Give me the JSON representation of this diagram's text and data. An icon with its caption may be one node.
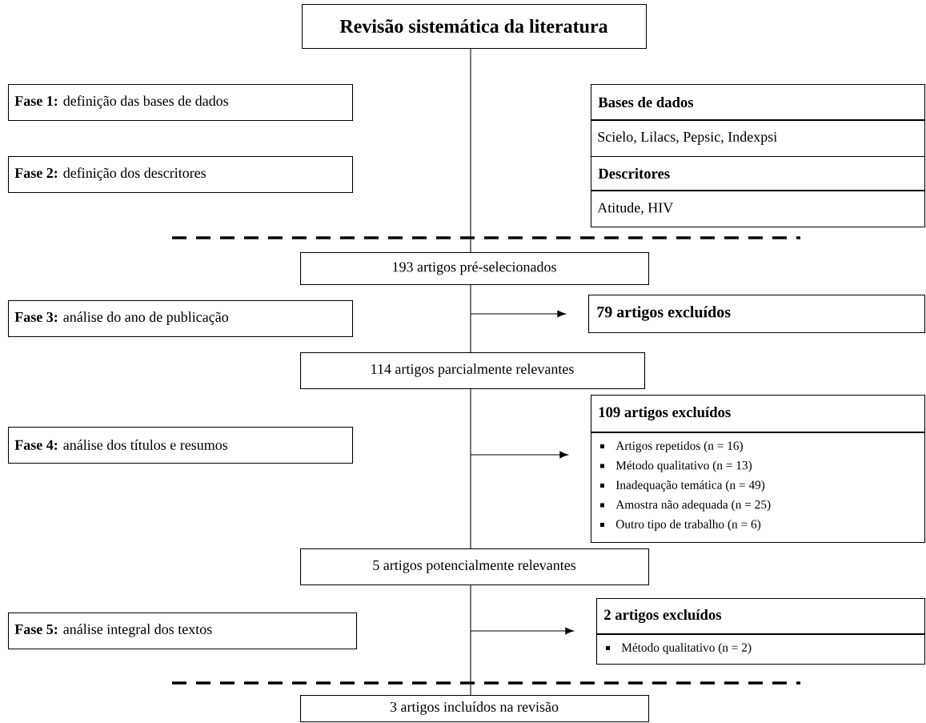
{
  "diagram": {
    "nodes": [
      {
        "text": [
          "Revisão sistemática da literatura"
        ]
      },
      {
        "text": [
          "**Fase 1:** definição das bases de dados"
        ]
      },
      {
        "text": [
          "Bases de dados",
          "Scielo, Lilacs, Pepsic, Indexpsi"
        ]
      },
      {
        "text": [
          "**Fase 2:** definição dos descritores"
        ]
      },
      {
        "text": [
          "Descritores",
          "Atitude, HIV"
        ]
      },
      {
        "text": [
          "193 artigos pré-selecionados"
        ]
      },
      {
        "text": [
          "**Fase 3:** análise do ano de publicação"
        ]
      },
      {
        "text": [
          "79 artigos excluídos"
        ]
      },
      {
        "text": [
          "114 artigos parcialmente relevantes"
        ]
      },
      {
        "text": [
          "**Fase 4:** análise dos títulos e resumos"
        ]
      },
      {
        "text": [
          "109 artigos excluídos",
          "Artigos repetidos (n = 16)",
          "Método qualitativo (n = 13)",
          "Inadequação temática (n = 49)",
          "Amostra não adequada (n = 25)",
          "Outro tipo de trabalho (n = 6)"
        ]
      },
      {
        "text": [
          "5 artigos potencialmente relevantes"
        ]
      },
      {
        "text": [
          "**Fase 5:** análise integral dos textos"
        ]
      },
      {
        "text": [
          "2 artigos excluídos",
          "Método qualitativo (n = 2)"
        ]
      },
      {
        "text": [
          "3 artigos incluídos na revisão"
        ]
      }
    ],
    "edges": [
      {
        "from": 0,
        "to": 5,
        "arrow": "none"
      },
      {
        "from": 5,
        "to": 8,
        "arrow": "none"
      },
      {
        "from": 8,
        "to": 11,
        "arrow": "none"
      },
      {
        "from": 11,
        "to": 14,
        "arrow": "none"
      },
      {
        "from": null,
        "to": 7,
        "arrow": "to"
      },
      {
        "from": null,
        "to": 10,
        "arrow": "to"
      },
      {
        "from": null,
        "to": 13,
        "arrow": "to"
      }
    ]
  }
}
